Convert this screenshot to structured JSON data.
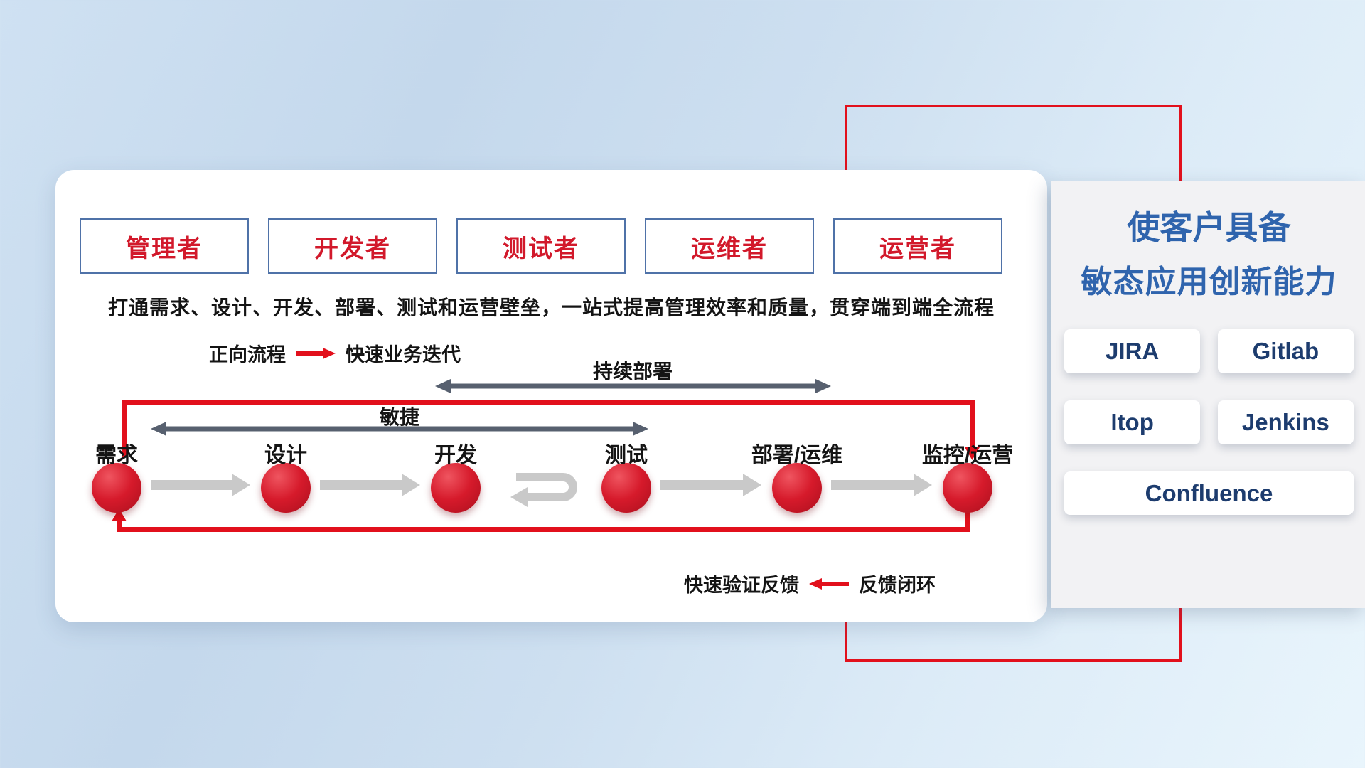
{
  "slide": {
    "roles": [
      "管理者",
      "开发者",
      "测试者",
      "运维者",
      "运营者"
    ],
    "subtitle": "打通需求、设计、开发、部署、测试和运营壁垒，一站式提高管理效率和质量，贯穿端到端全流程",
    "legend_forward": {
      "label": "正向流程",
      "desc": "快速业务迭代"
    },
    "legend_feedback": {
      "label": "快速验证反馈",
      "desc": "反馈闭环"
    },
    "span_continuous": "持续部署",
    "span_agile": "敏捷",
    "stages": [
      "需求",
      "设计",
      "开发",
      "测试",
      "部署/运维",
      "监控/运营"
    ]
  },
  "callout": {
    "title_line1": "使客户具备",
    "title_line2": "敏态应用创新能力",
    "tools": [
      "JIRA",
      "Gitlab",
      "Itop",
      "Jenkins",
      "Confluence"
    ]
  },
  "icons": {
    "forward_arrow": "red-right-arrow",
    "feedback_arrow": "red-left-arrow",
    "loop_arrow": "gray-loop-arrow",
    "flow_arrow": "gray-block-arrow",
    "span_arrow": "dark-double-headed-arrow"
  },
  "colors": {
    "accent_red": "#e2101c",
    "role_text": "#d2192b",
    "role_border": "#4f72a8",
    "title_blue": "#2f64ad",
    "tool_text": "#1d3c6e",
    "dark_arrow": "#57606f",
    "gray_arrow": "#c9c9c9"
  }
}
